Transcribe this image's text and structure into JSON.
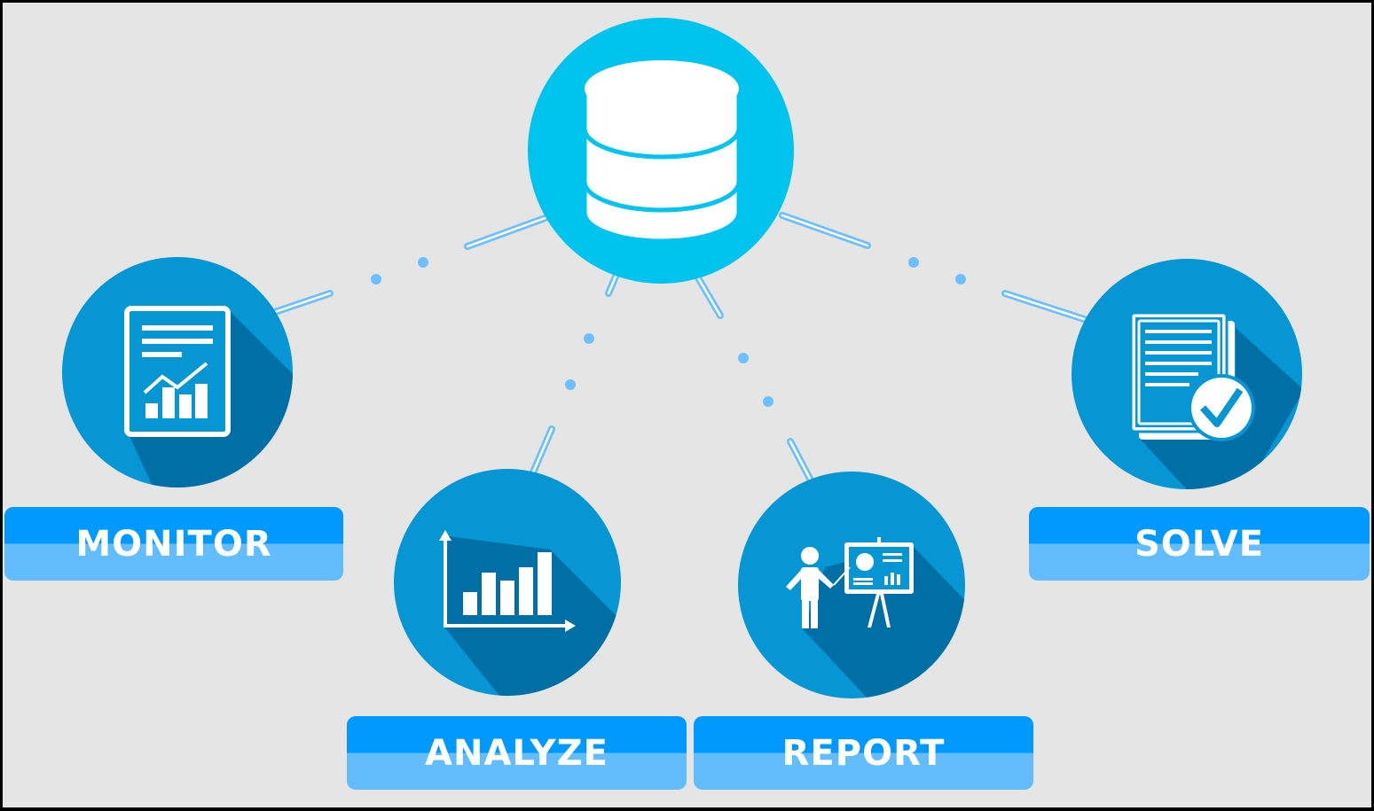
{
  "title": "Data workflow",
  "center": {
    "icon": "database-icon"
  },
  "steps": [
    {
      "label": "MONITOR",
      "icon": "report-chart-document-icon"
    },
    {
      "label": "ANALYZE",
      "icon": "bar-chart-icon"
    },
    {
      "label": "REPORT",
      "icon": "presentation-icon"
    },
    {
      "label": "SOLVE",
      "icon": "document-check-icon"
    }
  ],
  "colors": {
    "background": "#e5e5e5",
    "center": "#00c4ee",
    "node": "#0696d3",
    "shadow": "#006fa6",
    "label_top": "#0099ff",
    "label_bottom": "#63bdfd",
    "connector": "#6cc0fd"
  }
}
